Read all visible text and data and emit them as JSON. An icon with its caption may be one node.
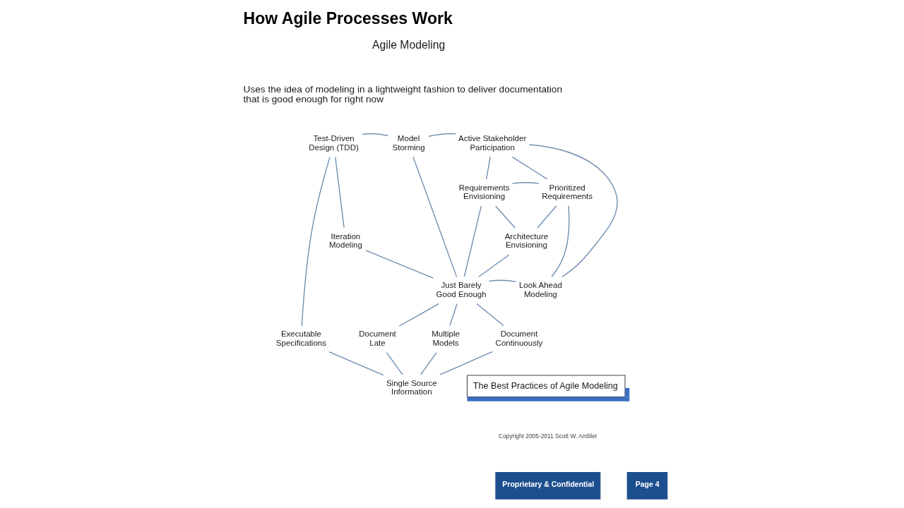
{
  "diagram": {
    "title": "How Agile Processes Work",
    "nodes": [
      {
        "text": [
          "Model Storming"
        ]
      },
      {
        "text": [
          "Test-Driven Design (TDD)"
        ]
      },
      {
        "text": [
          "Active Stakeholder Participation"
        ]
      },
      {
        "text": [
          "Requirements Envisioning"
        ]
      },
      {
        "text": [
          "Prioritized Requirements"
        ]
      },
      {
        "text": [
          "Iteration Modeling"
        ]
      },
      {
        "text": [
          "Architecture Envisioning"
        ]
      },
      {
        "text": [
          "Just Barely Good Enough"
        ]
      },
      {
        "text": [
          "Look Ahead Modeling"
        ]
      },
      {
        "text": [
          "Executable Specifications"
        ]
      },
      {
        "text": [
          "Document Late"
        ]
      },
      {
        "text": [
          "Multiple Models"
        ]
      },
      {
        "text": [
          "Document Continuously"
        ]
      },
      {
        "text": [
          "Single Source Information"
        ]
      },
      {
        "text": [
          "The Best Practices of Agile Modeling"
        ]
      }
    ],
    "edges": [
      {
        "from": 1,
        "to": 0,
        "arrow": "none"
      },
      {
        "from": 0,
        "to": 2,
        "arrow": "none"
      },
      {
        "from": 0,
        "to": 7,
        "arrow": "none"
      },
      {
        "from": 1,
        "to": 5,
        "arrow": "none"
      },
      {
        "from": 1,
        "to": 9,
        "arrow": "none"
      },
      {
        "from": 2,
        "to": 3,
        "arrow": "none"
      },
      {
        "from": 2,
        "to": 4,
        "arrow": "none"
      },
      {
        "from": 2,
        "to": 8,
        "arrow": "none"
      },
      {
        "from": 3,
        "to": 4,
        "arrow": "none"
      },
      {
        "from": 3,
        "to": 6,
        "arrow": "none"
      },
      {
        "from": 4,
        "to": 6,
        "arrow": "none"
      },
      {
        "from": 4,
        "to": 8,
        "arrow": "none"
      },
      {
        "from": 3,
        "to": 7,
        "arrow": "none"
      },
      {
        "from": 5,
        "to": 7,
        "arrow": "none"
      },
      {
        "from": 6,
        "to": 7,
        "arrow": "none"
      },
      {
        "from": 7,
        "to": 8,
        "arrow": "none"
      },
      {
        "from": 7,
        "to": 10,
        "arrow": "none"
      },
      {
        "from": 7,
        "to": 11,
        "arrow": "none"
      },
      {
        "from": 7,
        "to": 12,
        "arrow": "none"
      },
      {
        "from": 9,
        "to": 13,
        "arrow": "none"
      },
      {
        "from": 10,
        "to": 13,
        "arrow": "none"
      },
      {
        "from": 11,
        "to": 13,
        "arrow": "none"
      },
      {
        "from": 12,
        "to": 13,
        "arrow": "none"
      }
    ],
    "labels": [
      "Agile Modeling",
      "Uses the idea of modeling in a lightweight fashion to deliver documentation that is good enough for right now",
      "Copyright 2005-2011 Scott W. Ambler",
      "Proprietary & Confidential",
      "Page 4"
    ]
  }
}
